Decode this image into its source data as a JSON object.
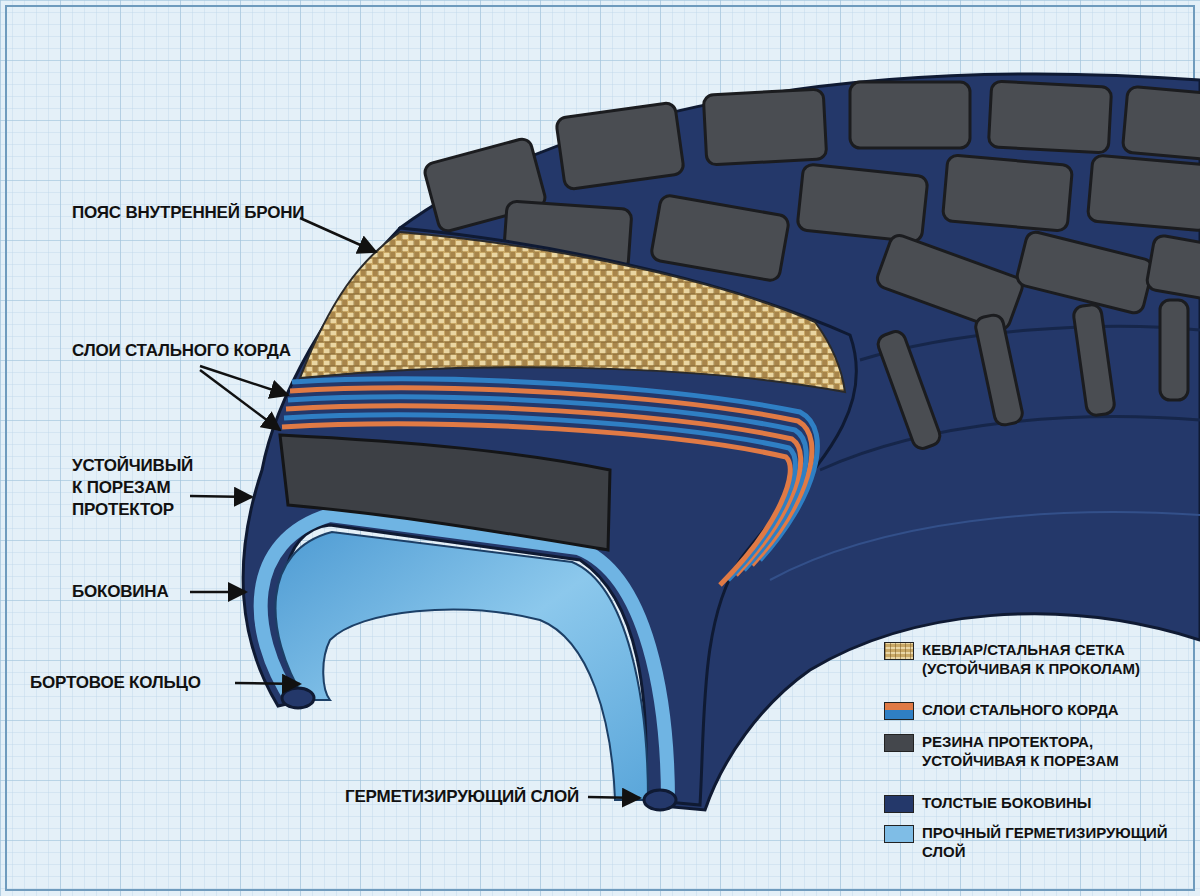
{
  "diagram": {
    "labels": [
      "ПОЯС ВНУТРЕННЕЙ БРОНИ",
      "СЛОИ СТАЛЬНОГО КОРДА",
      "УСТОЙЧИВЫЙ К ПОРЕЗАМ ПРОТЕКТОР",
      "БОКОВИНА",
      "БОРТОВОЕ КОЛЬЦО",
      "ГЕРМЕТИЗИРУЮЩИЙ СЛОЙ"
    ],
    "legend": [
      {
        "text": "КЕВЛАР/СТАЛЬНАЯ СЕТКА (УСТОЙЧИВАЯ К ПРОКОЛАМ)",
        "color": "#c9a865"
      },
      {
        "text": "СЛОИ СТАЛЬНОГО КОРДА",
        "color": "#e07a45"
      },
      {
        "text": "РЕЗИНА ПРОТЕКТОРА, УСТОЙЧИВАЯ К ПОРЕЗАМ",
        "color": "#44474c"
      },
      {
        "text": "ТОЛСТЫЕ БОКОВИНЫ",
        "color": "#24386a"
      },
      {
        "text": "ПРОЧНЫЙ ГЕРМЕТИЗИРУЮЩИЙ СЛОЙ",
        "color": "#7fbde6"
      }
    ]
  }
}
